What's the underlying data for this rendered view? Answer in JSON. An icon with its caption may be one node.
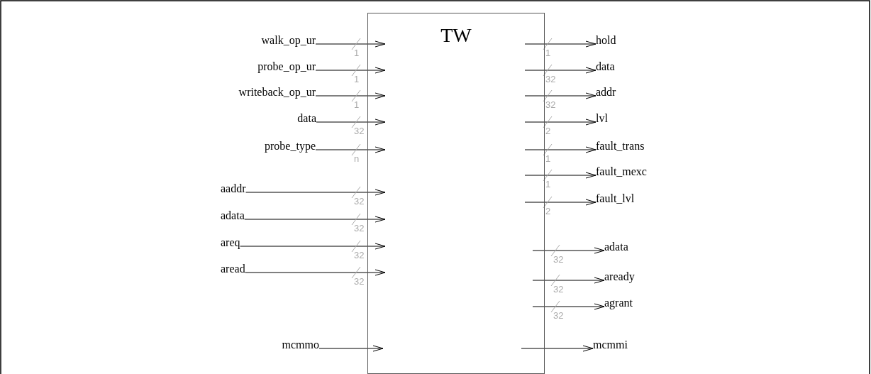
{
  "diagram": {
    "nodes": [
      {
        "text": [
          "TW"
        ]
      },
      {
        "text": [
          "walk_op_ur"
        ]
      },
      {
        "text": [
          "probe_op_ur"
        ]
      },
      {
        "text": [
          "writeback_op_ur"
        ]
      },
      {
        "text": [
          "data"
        ]
      },
      {
        "text": [
          "probe_type"
        ]
      },
      {
        "text": [
          "aaddr"
        ]
      },
      {
        "text": [
          "adata"
        ]
      },
      {
        "text": [
          "areq"
        ]
      },
      {
        "text": [
          "aread"
        ]
      },
      {
        "text": [
          "mcmmo"
        ]
      },
      {
        "text": [
          "hold"
        ]
      },
      {
        "text": [
          "data"
        ]
      },
      {
        "text": [
          "addr"
        ]
      },
      {
        "text": [
          "lvl"
        ]
      },
      {
        "text": [
          "fault_trans"
        ]
      },
      {
        "text": [
          "fault_mexc"
        ]
      },
      {
        "text": [
          "fault_lvl"
        ]
      },
      {
        "text": [
          "adata"
        ]
      },
      {
        "text": [
          "aready"
        ]
      },
      {
        "text": [
          "agrant"
        ]
      },
      {
        "text": [
          "mcmmi"
        ]
      }
    ],
    "edges": [
      {
        "from": 1,
        "to": 0,
        "arrow": "to",
        "label": "1"
      },
      {
        "from": 2,
        "to": 0,
        "arrow": "to",
        "label": "1"
      },
      {
        "from": 3,
        "to": 0,
        "arrow": "to",
        "label": "1"
      },
      {
        "from": 4,
        "to": 0,
        "arrow": "to",
        "label": "32"
      },
      {
        "from": 5,
        "to": 0,
        "arrow": "to",
        "label": "n"
      },
      {
        "from": 6,
        "to": 0,
        "arrow": "to",
        "label": "32"
      },
      {
        "from": 7,
        "to": 0,
        "arrow": "to",
        "label": "32"
      },
      {
        "from": 8,
        "to": 0,
        "arrow": "to",
        "label": "32"
      },
      {
        "from": 9,
        "to": 0,
        "arrow": "to",
        "label": "32"
      },
      {
        "from": 10,
        "to": 0,
        "arrow": "to"
      },
      {
        "from": 0,
        "to": 11,
        "arrow": "to",
        "label": "1"
      },
      {
        "from": 0,
        "to": 12,
        "arrow": "to",
        "label": "32"
      },
      {
        "from": 0,
        "to": 13,
        "arrow": "to",
        "label": "32"
      },
      {
        "from": 0,
        "to": 14,
        "arrow": "to",
        "label": "2"
      },
      {
        "from": 0,
        "to": 15,
        "arrow": "to",
        "label": "1"
      },
      {
        "from": 0,
        "to": 16,
        "arrow": "to",
        "label": "1"
      },
      {
        "from": 0,
        "to": 17,
        "arrow": "to",
        "label": "2"
      },
      {
        "from": 0,
        "to": 18,
        "arrow": "to",
        "label": "32"
      },
      {
        "from": 0,
        "to": 19,
        "arrow": "to",
        "label": "32"
      },
      {
        "from": 0,
        "to": 20,
        "arrow": "to",
        "label": "32"
      },
      {
        "from": 0,
        "to": 21,
        "arrow": "to"
      }
    ]
  }
}
